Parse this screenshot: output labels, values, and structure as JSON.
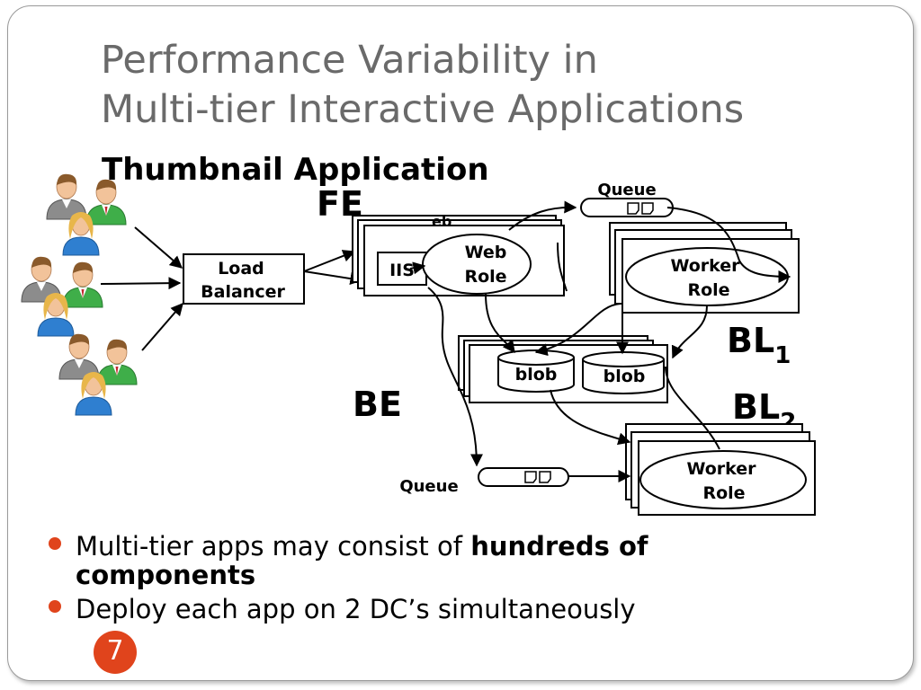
{
  "slide": {
    "title_line1": "Performance Variability in",
    "title_line2": "Multi-tier Interactive Applications",
    "subtitle": "Thumbnail Application",
    "page_number": "7"
  },
  "diagram": {
    "fe_label": "FE",
    "be_label": "BE",
    "bl1_label": "BL",
    "bl1_sub": "1",
    "bl2_label": "BL",
    "bl2_sub": "2",
    "load_balancer_line1": "Load",
    "load_balancer_line2": "Balancer",
    "iis_label": "IIS",
    "web_role_line1": "Web",
    "web_role_line2": "Role",
    "web_role_back_text": "eb",
    "worker_role_top_line1": "Worker",
    "worker_role_top_line2": "Role",
    "worker_role_bottom_line1": "Worker",
    "worker_role_bottom_line2": "Role",
    "blob1_label": "blob",
    "blob2_label": "blob",
    "queue_top_label": "Queue",
    "queue_bottom_label": "Queue",
    "colors": {
      "bullet": "#e0441c",
      "title": "#6a6a6a",
      "user_skin": "#f2c39a",
      "user_shirt_gray": "#8c8c8c",
      "user_shirt_green": "#3fae49",
      "user_shirt_blue": "#2f7fd0",
      "user_hair_blonde": "#e8b64a",
      "user_hair_brown": "#8a5a2b"
    }
  },
  "bullets": [
    {
      "text_plain": "Multi-tier apps may consist of ",
      "text_bold": "hundreds of components"
    },
    {
      "text_plain": "Deploy each app on 2 DC’s simultaneously",
      "text_bold": ""
    }
  ]
}
